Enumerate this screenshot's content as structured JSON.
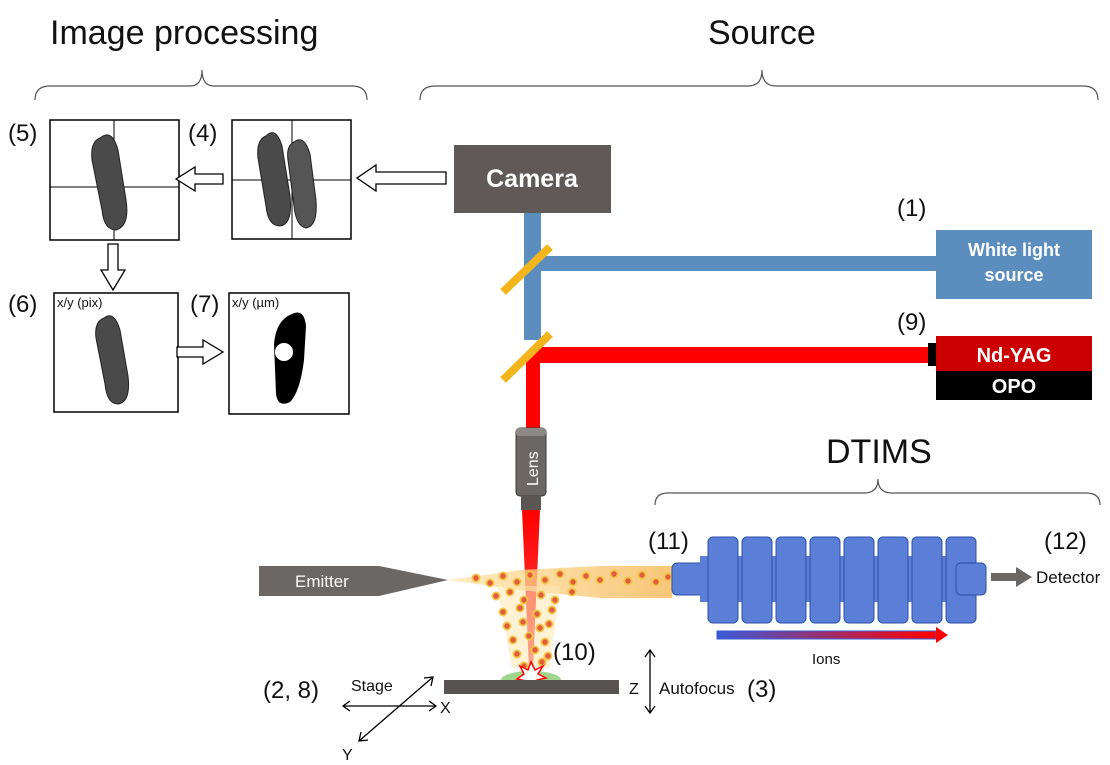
{
  "headers": {
    "image_processing": "Image processing",
    "source": "Source",
    "dtims": "DTIMS"
  },
  "components": {
    "camera": "Camera",
    "white_light_line1": "White light",
    "white_light_line2": "source",
    "nd_yag": "Nd-YAG",
    "opo": "OPO",
    "lens": "Lens",
    "emitter": "Emitter",
    "detector": "Detector",
    "ions": "Ions",
    "stage": "Stage",
    "autofocus": "Autofocus",
    "axis_x": "X",
    "axis_y": "Y",
    "axis_z": "Z"
  },
  "steps": {
    "s1": "(1)",
    "s2_8": "(2, 8)",
    "s3": "(3)",
    "s4": "(4)",
    "s5": "(5)",
    "s6": "(6)",
    "s7": "(7)",
    "s9": "(9)",
    "s10": "(10)",
    "s11": "(11)",
    "s12": "(12)"
  },
  "panel_labels": {
    "pix": "x/y (pix)",
    "um": "x/y (µm)"
  },
  "colors": {
    "camera_box": "#5f5a58",
    "white_light_box": "#5b8dbf",
    "optical_path": "#5b8dbf",
    "laser": "#ff0000",
    "mirror": "#f2b51c",
    "nd_yag_box": "#cc0000",
    "opo_box": "#000000",
    "dtims_tube": "#5b7fd6",
    "emitter": "#6b6764",
    "plume": "#f5b54a",
    "ion_dot": "#e25b3b",
    "ion_ring": "#f0c64a"
  }
}
